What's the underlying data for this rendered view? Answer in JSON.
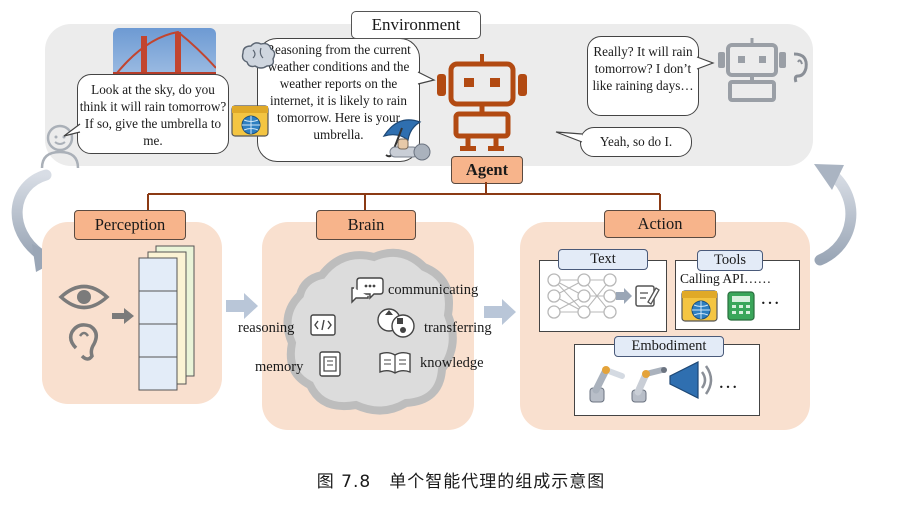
{
  "environment": {
    "label": "Environment"
  },
  "bubbles": {
    "human": "Look at the sky, do you think it will rain tomorrow? If so, give the umbrella to me.",
    "agent": "Reasoning from the current weather conditions and the weather reports on the internet, it is likely to rain tomorrow. Here is your umbrella.",
    "other_robot": "Really? It will rain tomorrow? I don’t like raining days…",
    "reply": "Yeah, so do I."
  },
  "agent": {
    "label": "Agent"
  },
  "perception": {
    "label": "Perception"
  },
  "brain": {
    "label": "Brain",
    "items": [
      "communicating",
      "reasoning",
      "transferring",
      "memory",
      "knowledge"
    ]
  },
  "action": {
    "label": "Action",
    "text_label": "Text",
    "tools_label": "Tools",
    "tools_text": "Calling API……",
    "tools_more": "…",
    "embodiment_label": "Embodiment",
    "embodiment_more": "…"
  },
  "caption": "图 7.8　单个智能代理的组成示意图",
  "colors": {
    "accent": "#f7b48b",
    "panel": "#f9e0cf",
    "robot": "#b24a12",
    "environment": "#ececec"
  },
  "icons": [
    "bridge-photo-icon",
    "brain-icon",
    "browser-globe-icon",
    "human-icon",
    "robot-agent-icon",
    "robot-arm-icon",
    "umbrella-icon",
    "robot-listener-icon",
    "eye-icon",
    "ear-icon",
    "chat-bubble-icon",
    "code-icon",
    "transfer-icon",
    "memory-chip-icon",
    "book-icon",
    "neural-net-icon",
    "edit-icon",
    "calculator-icon",
    "speaker-icon"
  ]
}
